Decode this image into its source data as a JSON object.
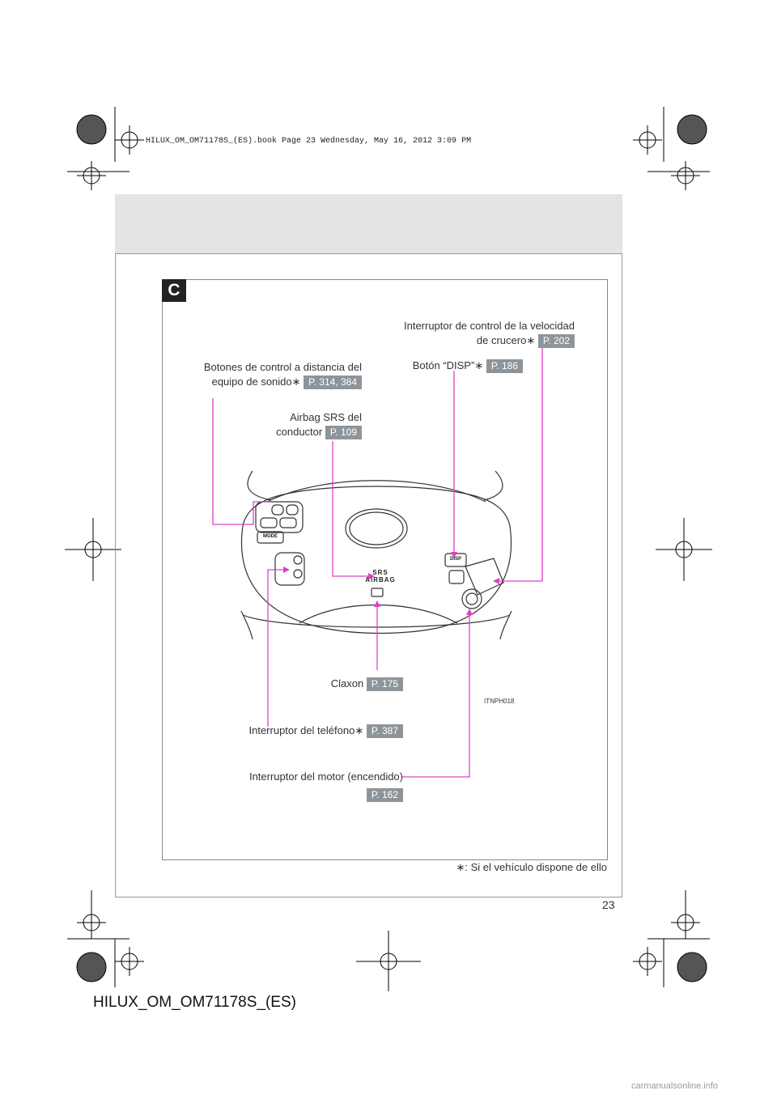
{
  "book_header": "HILUX_OM_OM71178S_(ES).book  Page 23  Wednesday, May 16, 2012  3:09 PM",
  "section_letter": "C",
  "callouts": {
    "audio_remote": {
      "line1": "Botones de control a distancia del",
      "line2": "equipo de sonido",
      "asterisk": "∗",
      "page_ref": "P. 314, 384"
    },
    "airbag": {
      "line1": "Airbag SRS del",
      "line2": "conductor",
      "page_ref": "P. 109"
    },
    "cruise": {
      "line1": "Interruptor de control de la velocidad",
      "line2": "de crucero",
      "asterisk": "∗",
      "page_ref": "P. 202"
    },
    "disp": {
      "label": "Botón “DISP”",
      "asterisk": "∗",
      "page_ref": "P. 186"
    },
    "horn": {
      "label": "Claxon",
      "page_ref": "P. 175"
    },
    "phone": {
      "label": "Interruptor del teléfono",
      "asterisk": "∗",
      "page_ref": "P. 387"
    },
    "engine": {
      "label": "Interruptor del motor (encendido)",
      "page_ref": "P. 162"
    }
  },
  "wheel_labels": {
    "mode": "MODE",
    "disp": "DISP",
    "srs": "SRS",
    "airbag": "AIRBAG"
  },
  "image_code": "ITNPH018",
  "footnote": {
    "asterisk": "∗",
    "text": ": Si el vehículo dispone de ello"
  },
  "page_number": "23",
  "doc_code": "HILUX_OM_OM71178S_(ES)",
  "watermark": "carmanualsonline.info",
  "colors": {
    "callout_line": "#e040c8",
    "page_ref_bg": "#8e959a",
    "header_band": "#e4e4e4"
  }
}
